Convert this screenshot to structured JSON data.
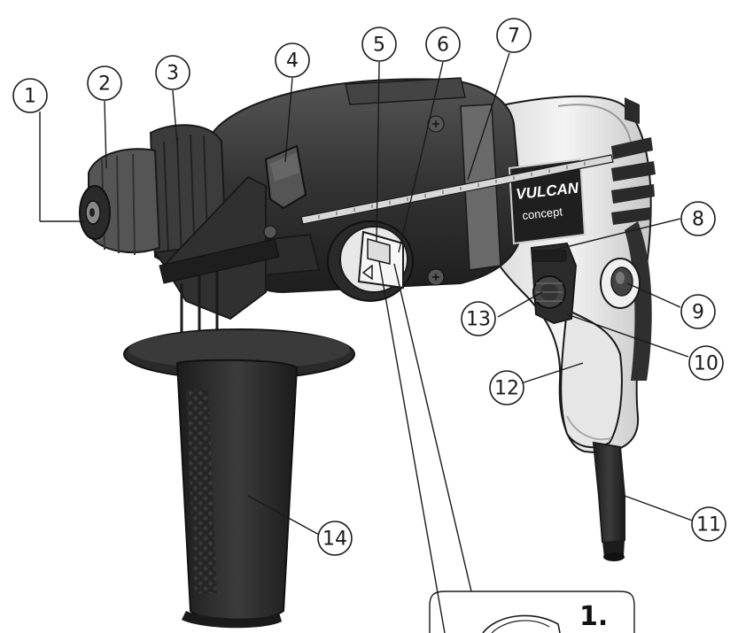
{
  "brand": {
    "name": "VULCAN",
    "tagline": "concept"
  },
  "detail_label": "1.",
  "callouts": [
    {
      "id": "c1",
      "label": "1"
    },
    {
      "id": "c2",
      "label": "2"
    },
    {
      "id": "c3",
      "label": "3"
    },
    {
      "id": "c4",
      "label": "4"
    },
    {
      "id": "c5",
      "label": "5"
    },
    {
      "id": "c6",
      "label": "6"
    },
    {
      "id": "c7",
      "label": "7"
    },
    {
      "id": "c8",
      "label": "8"
    },
    {
      "id": "c9",
      "label": "9"
    },
    {
      "id": "c10",
      "label": "10"
    },
    {
      "id": "c11",
      "label": "11"
    },
    {
      "id": "c12",
      "label": "12"
    },
    {
      "id": "c13",
      "label": "13"
    },
    {
      "id": "c14",
      "label": "14"
    }
  ],
  "colors": {
    "body_dark": "#3a3a3a",
    "body_darker": "#262626",
    "housing_light": "#ececec",
    "outline": "#1a1a1a"
  }
}
